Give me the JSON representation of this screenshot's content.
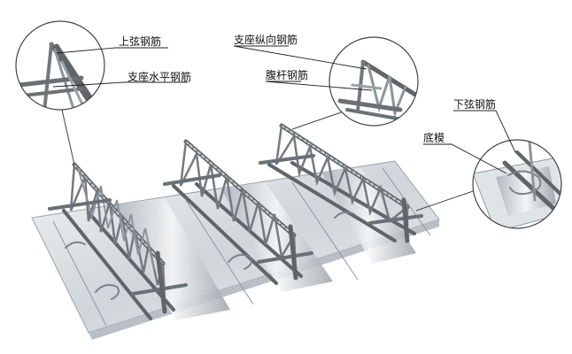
{
  "labels": {
    "upper_chord": "上弦钢筋",
    "support_horizontal": "支座水平钢筋",
    "support_longitudinal": "支座纵向钢筋",
    "web_bar": "腹杆钢筋",
    "lower_chord": "下弦钢筋",
    "bottom_form": "底模"
  },
  "colors": {
    "steel_dark": "#5f6569",
    "steel_light": "#c9cfd3",
    "deck_light": "#e3e7ea",
    "leader": "#222222",
    "circle_stroke": "#444444"
  }
}
